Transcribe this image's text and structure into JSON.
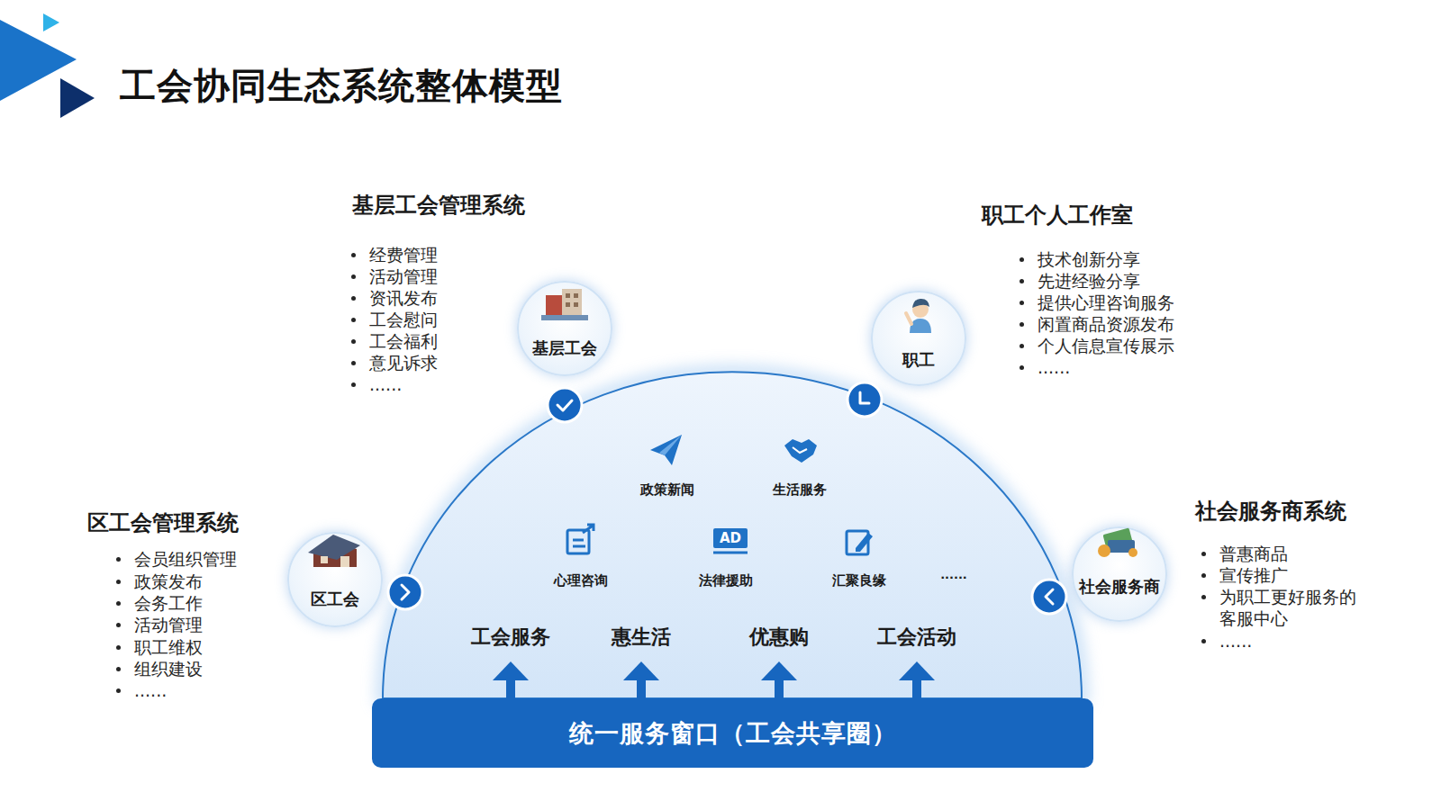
{
  "diagram": {
    "title": "工会协同生态系统整体模型",
    "nodes": [
      {
        "text": [
          "基层工会"
        ]
      },
      {
        "text": [
          "职工"
        ]
      },
      {
        "text": [
          "政策新闻",
          "生活服务",
          "心理咨询",
          "法律援助",
          "汇聚良缘",
          "......",
          "工会服务",
          "惠生活",
          "优惠购",
          "工会活动"
        ]
      },
      {
        "text": [
          "区工会"
        ]
      },
      {
        "text": [
          "社会服务商"
        ]
      },
      {
        "text": [
          "统一服务窗口（工会共享圈）"
        ]
      }
    ],
    "labels": [
      "基层工会管理系统",
      "经费管理",
      "活动管理",
      "资讯发布",
      "工会慰问",
      "工会福利",
      "意见诉求",
      "......",
      "职工个人工作室",
      "技术创新分享",
      "先进经验分享",
      "提供心理咨询服务",
      "闲置商品资源发布",
      "个人信息宣传展示",
      "......",
      "区工会管理系统",
      "会员组织管理",
      "政策发布",
      "会务工作",
      "活动管理",
      "职工维权",
      "组织建设",
      "......",
      "社会服务商系统",
      "普惠商品",
      "宣传推广",
      "为职工更好服务的客服中心",
      "......",
      "AD"
    ]
  }
}
